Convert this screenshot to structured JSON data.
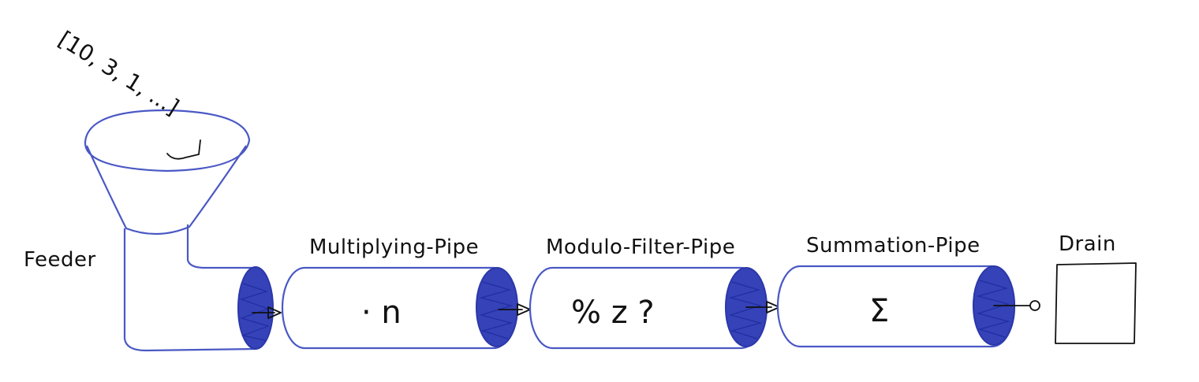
{
  "input_list": "[10, 3, 1, ...]",
  "feeder": {
    "label": "Feeder"
  },
  "pipes": [
    {
      "label": "Multiplying-Pipe",
      "operation": "· n"
    },
    {
      "label": "Modulo-Filter-Pipe",
      "operation": "% z ?"
    },
    {
      "label": "Summation-Pipe",
      "operation": "Σ"
    }
  ],
  "drain": {
    "label": "Drain"
  },
  "colors": {
    "pipe": "#4a58c4",
    "cap": "#3542b8",
    "ink": "#111111"
  }
}
